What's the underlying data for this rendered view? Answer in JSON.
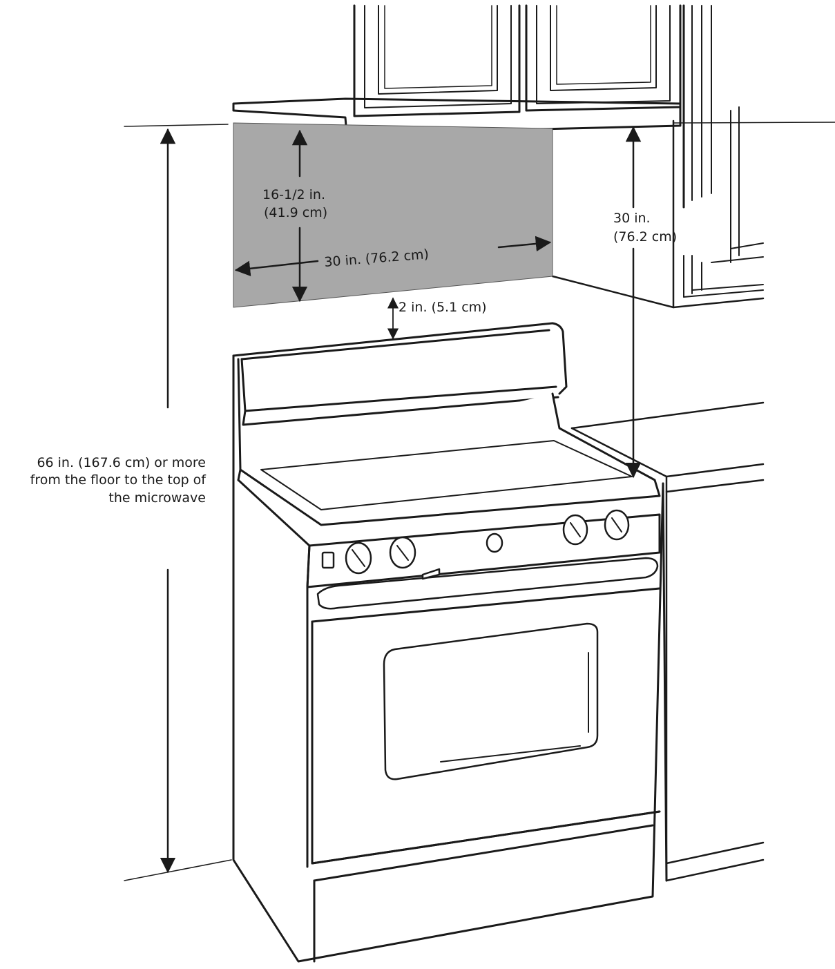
{
  "labels": {
    "microwave_height_line1": "16-1/2 in.",
    "microwave_height_line2": "(41.9 cm)",
    "microwave_width": "30 in. (76.2 cm)",
    "gap_above_range": "2 in. (5.1 cm)",
    "cabinet_to_cooktop_line1": "30 in.",
    "cabinet_to_cooktop_line2": "(76.2 cm)",
    "floor_to_top_line1": "66 in. (167.6 cm) or more",
    "floor_to_top_line2": "from the floor to the top of",
    "floor_to_top_line3": "the microwave"
  },
  "colors": {
    "line": "#1a1a1a",
    "microwave_zone": "#a8a8a8",
    "background": "#ffffff"
  }
}
